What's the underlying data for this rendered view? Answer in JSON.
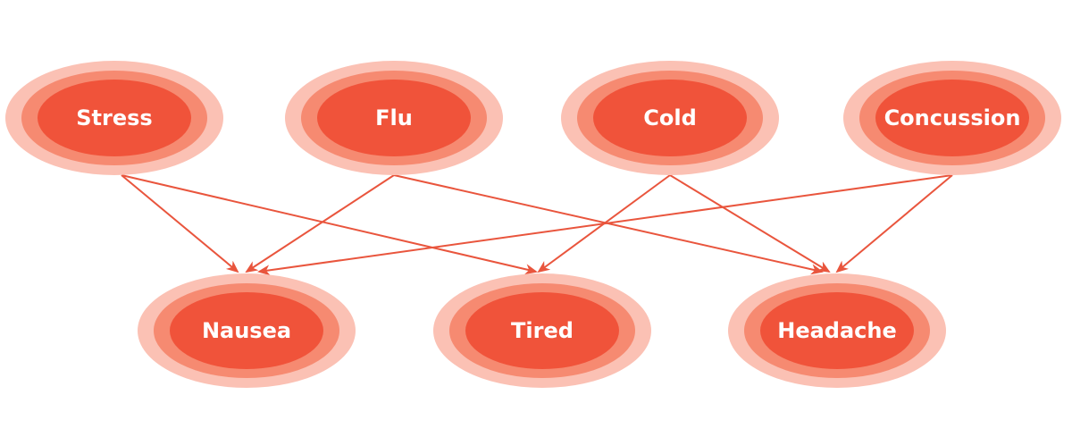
{
  "colors": {
    "outer_ring": "#FBC1B4",
    "middle_ring": "#F68A71",
    "inner_fill": "#F0533A",
    "edge": "#E9553D",
    "label": "#FFFFFF"
  },
  "nodes": [
    {
      "id": "stress",
      "label": "Stress"
    },
    {
      "id": "flu",
      "label": "Flu"
    },
    {
      "id": "cold",
      "label": "Cold"
    },
    {
      "id": "concussion",
      "label": "Concussion"
    },
    {
      "id": "nausea",
      "label": "Nausea"
    },
    {
      "id": "tired",
      "label": "Tired"
    },
    {
      "id": "headache",
      "label": "Headache"
    }
  ],
  "edges": [
    {
      "from": "stress",
      "to": "nausea"
    },
    {
      "from": "stress",
      "to": "tired"
    },
    {
      "from": "flu",
      "to": "nausea"
    },
    {
      "from": "flu",
      "to": "headache"
    },
    {
      "from": "cold",
      "to": "tired"
    },
    {
      "from": "cold",
      "to": "headache"
    },
    {
      "from": "concussion",
      "to": "nausea"
    },
    {
      "from": "concussion",
      "to": "headache"
    }
  ]
}
